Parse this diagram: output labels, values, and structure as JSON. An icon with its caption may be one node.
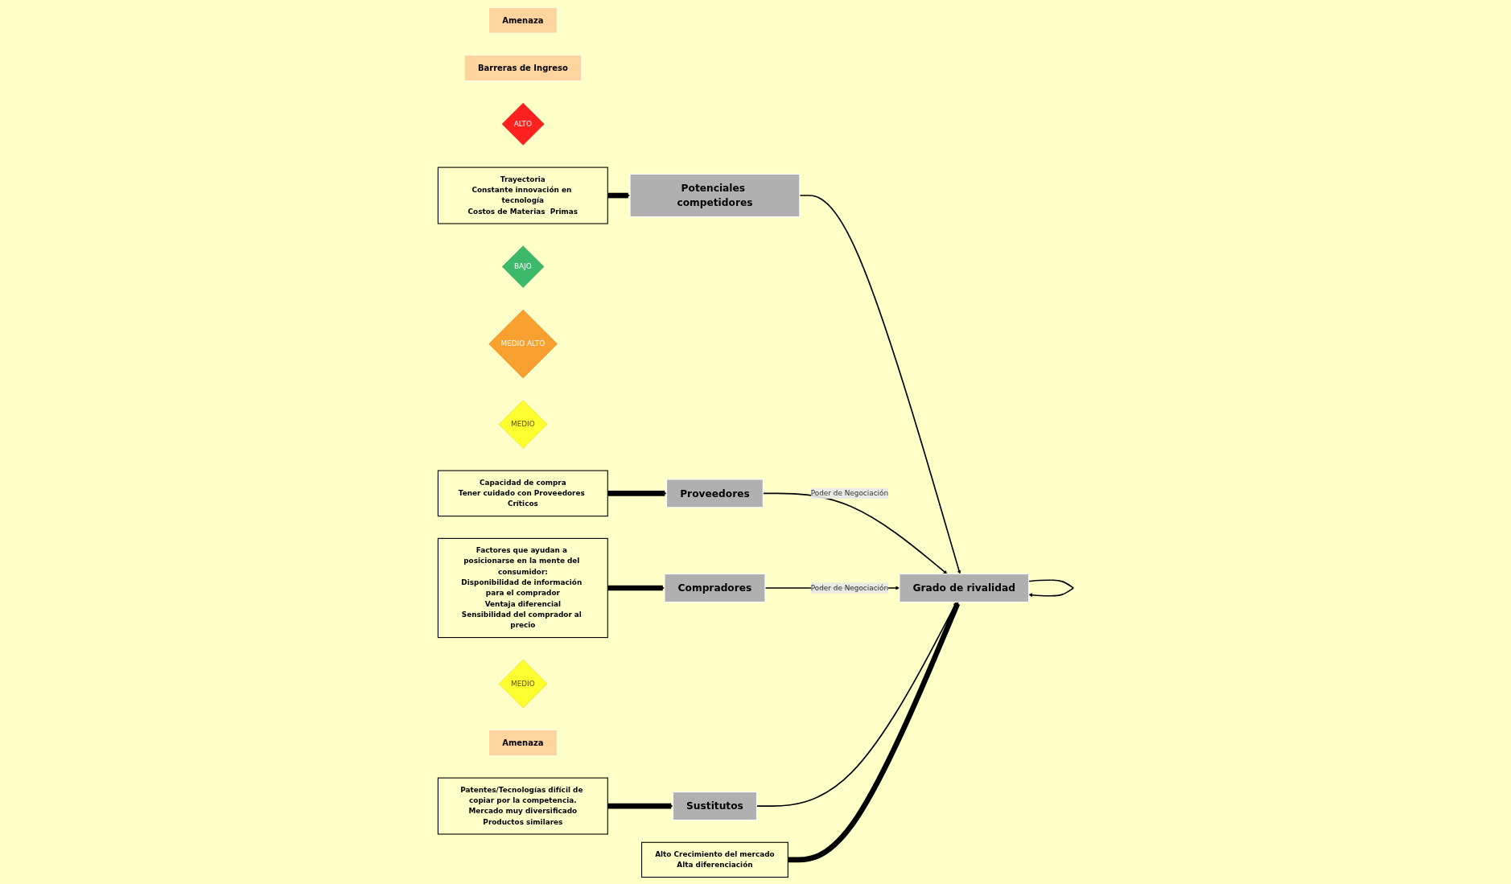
{
  "diagram": {
    "nodes": [
      {
        "text": [
          "Amenaza"
        ]
      },
      {
        "text": [
          "Potenciales competidores"
        ]
      },
      {
        "text": [
          "Barreras de Ingreso"
        ]
      },
      {
        "text": [
          "ALTO"
        ]
      },
      {
        "text": [
          "Trayectoria",
          "Constante innovación en tecnología",
          "Costos de Materias  Primas"
        ]
      },
      {
        "text": [
          "Alto Crecimiento del mercado",
          "Alta diferenciación"
        ]
      },
      {
        "text": [
          "Proveedores"
        ]
      },
      {
        "text": [
          "BAJO"
        ]
      },
      {
        "text": [
          "Grado de rivalidad"
        ]
      },
      {
        "text": [
          "Compradores"
        ]
      },
      {
        "text": [
          "MEDIO ALTO"
        ]
      },
      {
        "text": [
          "MEDIO"
        ]
      },
      {
        "text": [
          "Capacidad de compra",
          "Tener cuidado con Proveedores Críticos"
        ]
      },
      {
        "text": [
          "Patentes/Tecnologías difícil de copiar por la competencia.",
          "Mercado muy diversificado",
          "Productos similares"
        ]
      },
      {
        "text": [
          "MEDIO"
        ]
      },
      {
        "text": [
          "Sustitutos"
        ]
      },
      {
        "text": [
          "Amenaza"
        ]
      },
      {
        "text": [
          "Factores que ayudan a posicionarse en la mente del consumidor:",
          "Disponibilidad de información para el comprador",
          "Ventaja diferencial",
          "Sensibilidad del comprador al precio"
        ]
      }
    ],
    "edges": [
      {
        "from": 1,
        "to": 8,
        "arrow": "to"
      },
      {
        "from": 6,
        "to": 8,
        "arrow": "to",
        "label": "Poder de Negociación"
      },
      {
        "from": 9,
        "to": 8,
        "arrow": "to",
        "label": "Poder de Negociación"
      },
      {
        "from": 15,
        "to": 8,
        "arrow": "to"
      },
      {
        "from": 8,
        "to": 8,
        "arrow": "to"
      },
      {
        "from": 4,
        "to": 1,
        "arrow": "to",
        "style": "thick"
      },
      {
        "from": 5,
        "to": 8,
        "arrow": "to",
        "style": "thick"
      },
      {
        "from": 12,
        "to": 6,
        "arrow": "to",
        "style": "thick"
      },
      {
        "from": 13,
        "to": 15,
        "arrow": "to",
        "style": "thick"
      },
      {
        "from": 17,
        "to": 9,
        "arrow": "to",
        "style": "thick"
      }
    ]
  }
}
